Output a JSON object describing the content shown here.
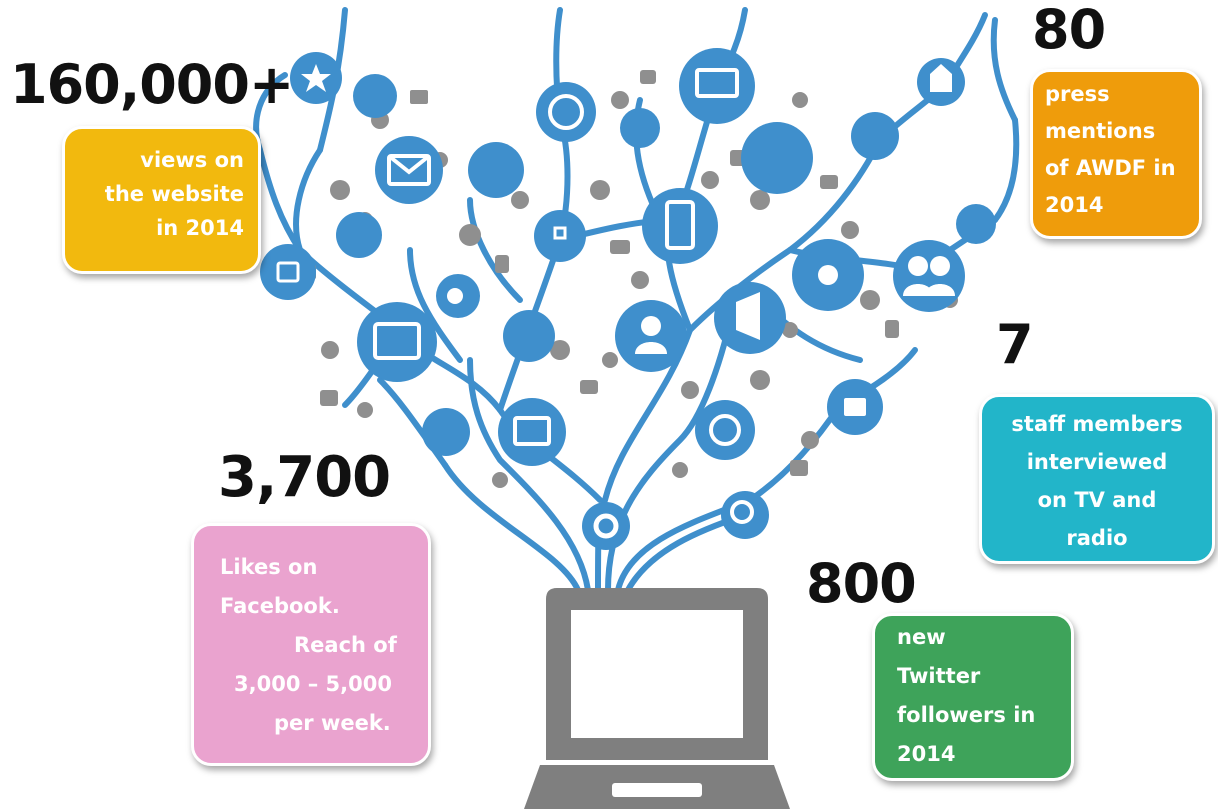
{
  "stats": {
    "website": {
      "value": "160,000+",
      "lines": [
        "views on",
        "the website",
        "in 2014"
      ],
      "color": "#f2b90e"
    },
    "press": {
      "value": "80",
      "lines": [
        "press",
        "mentions",
        "of AWDF in",
        "2014"
      ],
      "color": "#ef9c0b"
    },
    "staff": {
      "value": "7",
      "lines": [
        "staff members",
        "interviewed",
        "on TV and",
        "radio"
      ],
      "color": "#22b5c9"
    },
    "facebook": {
      "value": "3,700",
      "lines": [
        "Likes on",
        "Facebook.",
        "Reach of",
        "3,000 – 5,000",
        "per week."
      ],
      "color": "#eaa3cf"
    },
    "twitter": {
      "value": "800",
      "lines": [
        "new",
        "Twitter",
        "followers in",
        "2014"
      ],
      "color": "#3ea35a"
    }
  },
  "palette": {
    "network": "#3f8fcc",
    "icon": "#8f8f8f",
    "laptop": "#7f7f7f"
  }
}
